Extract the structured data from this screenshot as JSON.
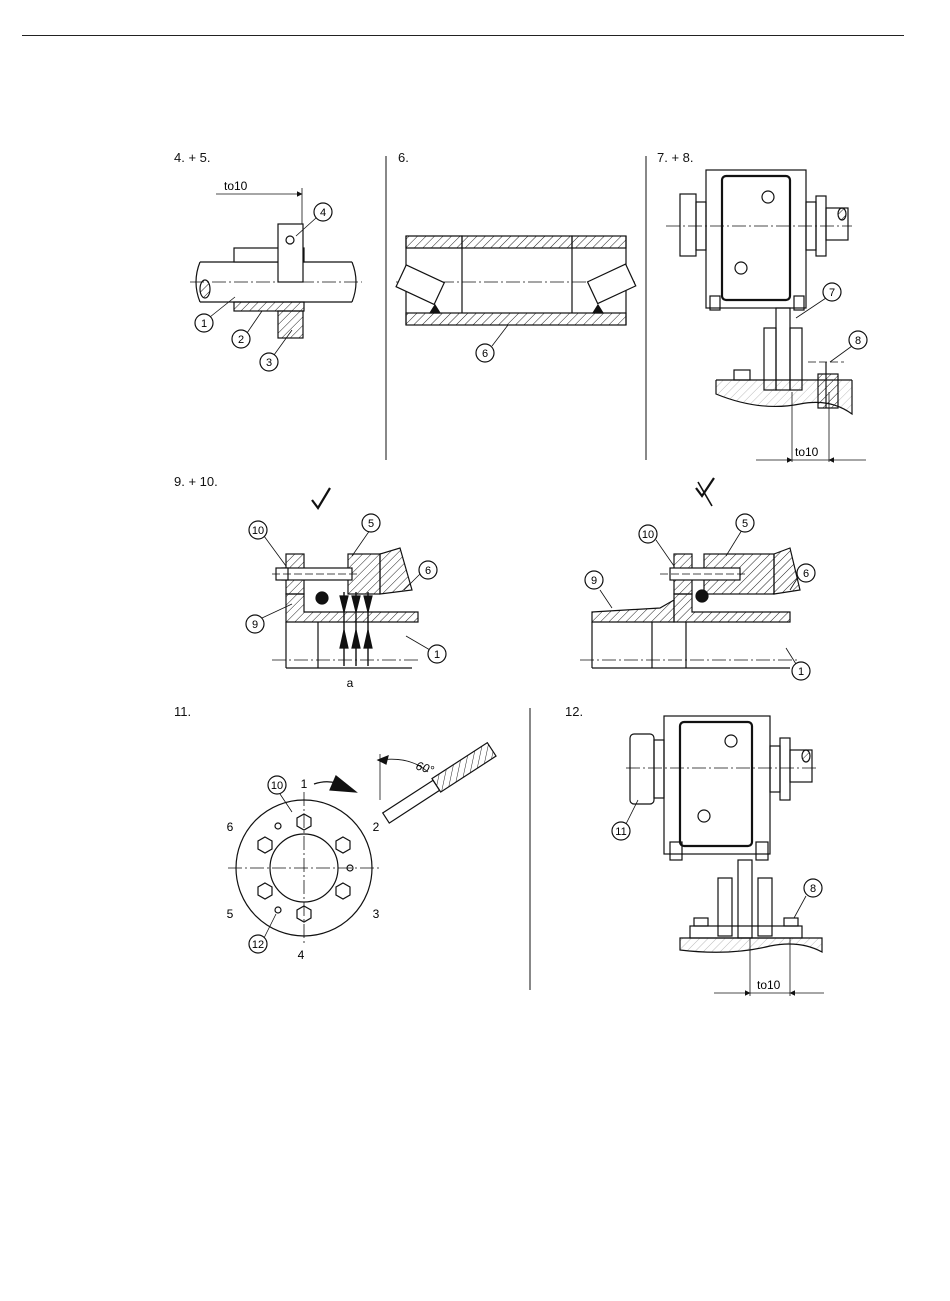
{
  "panels": {
    "p45": {
      "title": "4. + 5.",
      "dim": "to10",
      "callouts": [
        "1",
        "2",
        "3",
        "4"
      ]
    },
    "p6": {
      "title": "6.",
      "callouts": [
        "6"
      ]
    },
    "p78": {
      "title": "7. + 8.",
      "dim": "to10",
      "callouts": [
        "7",
        "8"
      ]
    },
    "p910": {
      "title": "9. + 10.",
      "ok_mark": "✓",
      "nok_mark": "✓",
      "left_callouts": [
        "10",
        "5",
        "6",
        "9",
        "1"
      ],
      "right_callouts": [
        "10",
        "5",
        "6",
        "9",
        "1"
      ],
      "label_a": "a"
    },
    "p11": {
      "title": "11.",
      "angle": "60°",
      "positions": [
        "1",
        "2",
        "3",
        "4",
        "5",
        "6"
      ],
      "callouts": [
        "10",
        "12"
      ]
    },
    "p12": {
      "title": "12.",
      "dim": "to10",
      "callouts": [
        "11",
        "8"
      ]
    }
  },
  "colors": {
    "line": "#111111",
    "hatch": "#222222"
  }
}
